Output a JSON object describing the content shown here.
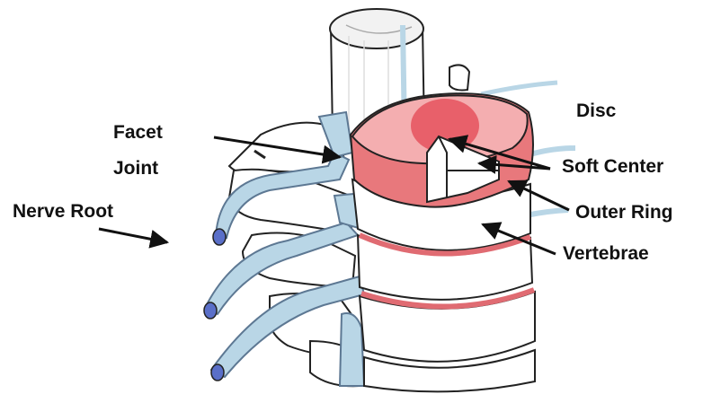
{
  "labels": {
    "disc": "Disc",
    "facet_line1": "Facet",
    "facet_line2": "Joint",
    "soft_center": "Soft Center",
    "nerve_root": "Nerve Root",
    "outer_ring": "Outer Ring",
    "vertebrae": "Vertebrae"
  },
  "colors": {
    "disc_fill": "#e8787c",
    "disc_top": "#ef9a9c",
    "disc_center": "#e8606a",
    "nerve_blue": "#b9d6e6",
    "nerve_tip": "#5a6fc8",
    "bone": "#ffffff",
    "outline": "#222222"
  }
}
